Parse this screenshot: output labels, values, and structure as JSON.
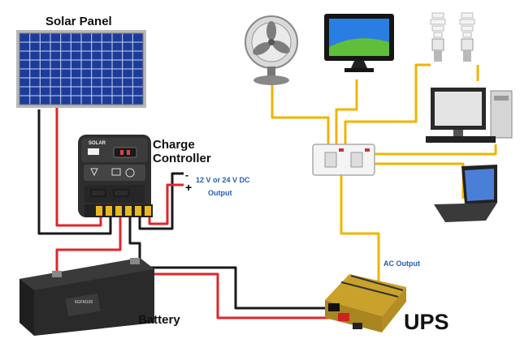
{
  "labels": {
    "solar_panel": "Solar Panel",
    "charge_controller_line1": "Charge",
    "charge_controller_line2": "Controller",
    "dc_voltage": "12 V or 24 V DC",
    "dc_output": "Output",
    "minus_sign": "-",
    "plus_sign": "+",
    "ac_output": "AC Output",
    "battery": "Battery",
    "ups": "UPS"
  },
  "device_text": {
    "controller_brand": "SOLAR",
    "battery_model": "6GFM100"
  },
  "colors": {
    "positive_wire": "#e0262b",
    "negative_wire": "#1a1a1a",
    "ac_wire": "#f0b400",
    "label_blue": "#1f5fb0"
  }
}
